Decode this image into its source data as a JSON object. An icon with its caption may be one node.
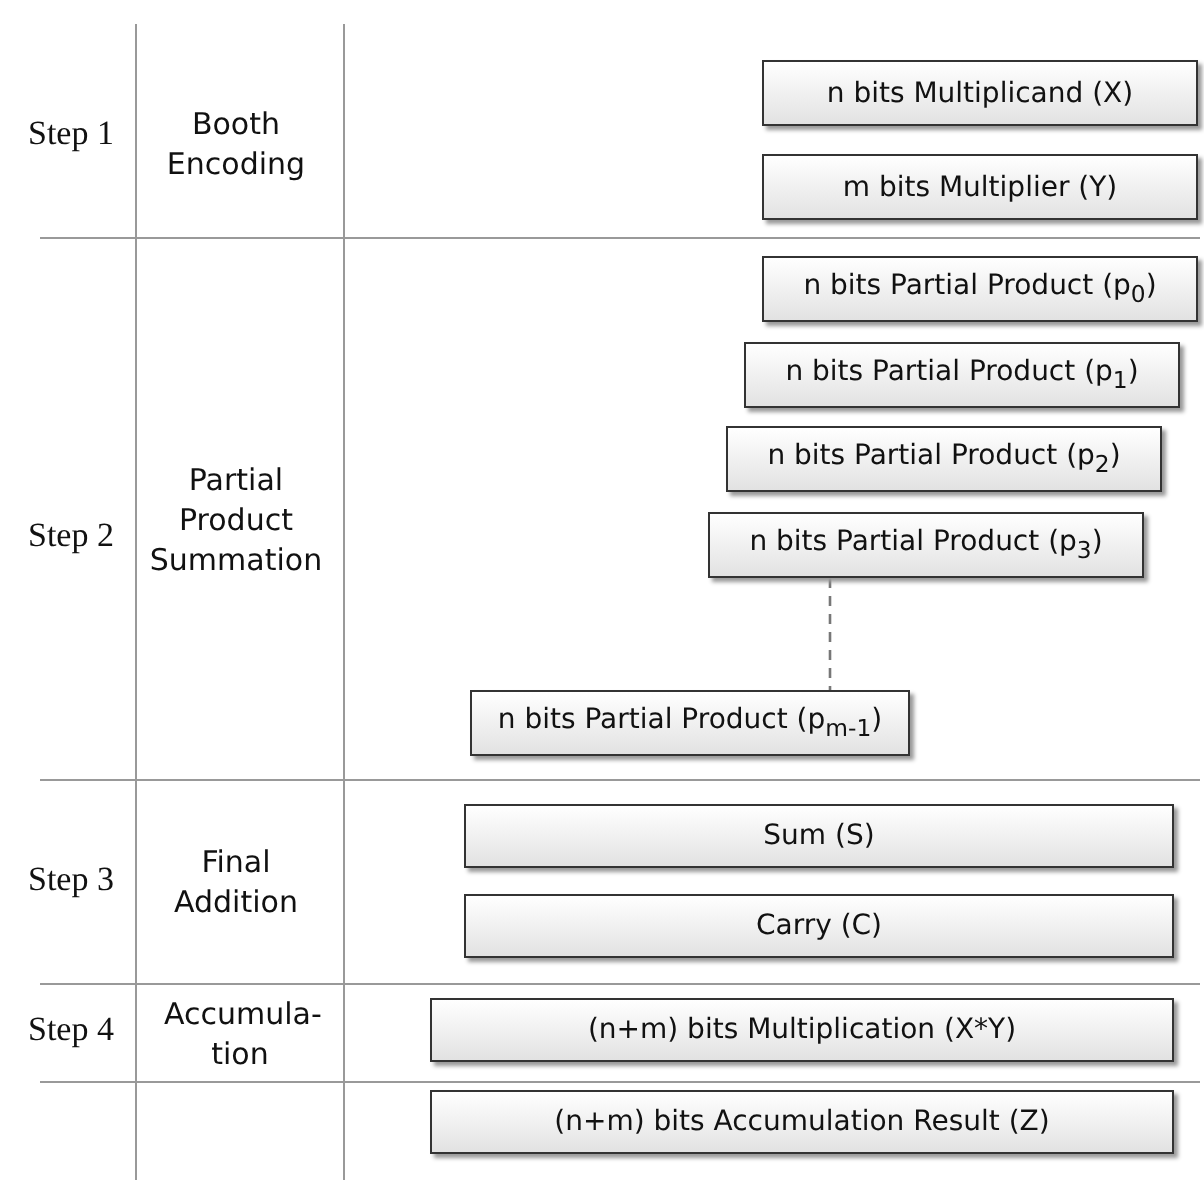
{
  "diagram": {
    "nodes": [
      {
        "text": [
          "n bits Multiplicand (X)"
        ]
      },
      {
        "text": [
          "m bits Multiplier (Y)"
        ]
      },
      {
        "text": [
          "n bits Partial Product (p$_{0}$)"
        ]
      },
      {
        "text": [
          "n bits Partial Product (p$_{1}$)"
        ]
      },
      {
        "text": [
          "n bits Partial Product (p$_{2}$)"
        ]
      },
      {
        "text": [
          "n bits Partial Product (p$_{3}$)"
        ]
      },
      {
        "text": [
          "n bits Partial Product (p$_{m-1}$)"
        ]
      },
      {
        "text": [
          "Sum (S)"
        ]
      },
      {
        "text": [
          "Carry (C)"
        ]
      },
      {
        "text": [
          "(n+m) bits Multiplication (X*Y)"
        ]
      },
      {
        "text": [
          "(n+m) bits Accumulation Result (Z)"
        ]
      }
    ],
    "edges": [
      {
        "from": 5,
        "to": 6,
        "arrow": "none",
        "style": "dashed"
      }
    ],
    "labels": [
      "Step 1",
      "Booth Encoding",
      "Step 2",
      "Partial Product Summation",
      "Step 3",
      "Final Addition",
      "Step 4",
      "Accumula- tion"
    ]
  }
}
